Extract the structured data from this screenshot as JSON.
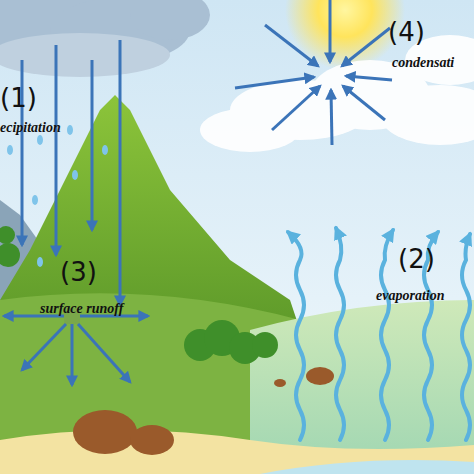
{
  "diagram": {
    "labels": [
      "(1)",
      "ecipitation",
      "(3)",
      "surface runoff",
      "(4)",
      "condensati",
      "(2)",
      "evaporation"
    ]
  }
}
